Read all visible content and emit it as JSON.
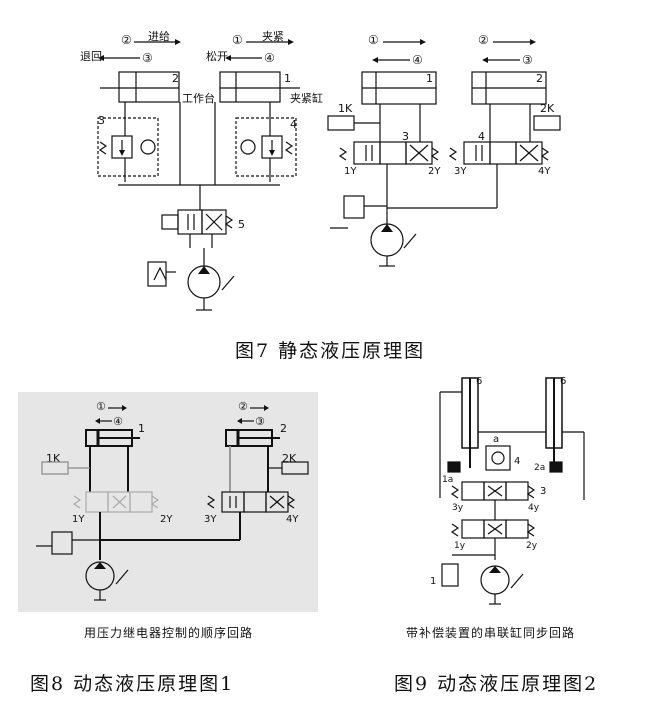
{
  "fig7": {
    "caption": "图7 静态液压原理图",
    "left": {
      "m2_left": "②",
      "m2_text": "进给",
      "m3_left": "退回",
      "m3_num": "③",
      "m1_num": "①",
      "m1_text": "夹紧",
      "m4_left": "松开",
      "m4_num": "④",
      "cyl_left_num": "2",
      "cyl_right_num": "1",
      "table_label": "工作台",
      "clamp_label": "夹紧缸",
      "valve3": "3",
      "valve4": "4",
      "valve5": "5"
    },
    "right": {
      "m1": "①",
      "m4": "④",
      "m2": "②",
      "m3": "③",
      "cyl1": "1",
      "cyl2": "2",
      "relay1": "1K",
      "relay2": "2K",
      "valve3": "3",
      "valve4": "4",
      "sol1y": "1Y",
      "sol2y": "2Y",
      "sol3y": "3Y",
      "sol4y": "4Y"
    }
  },
  "fig8": {
    "caption": "图8 动态液压原理图1",
    "subcaption": "用压力继电器控制的顺序回路",
    "m1": "①",
    "m4": "④",
    "m2": "②",
    "m3": "③",
    "cyl1": "1",
    "cyl2": "2",
    "relay1": "1K",
    "relay2": "2K",
    "sol1y": "1Y",
    "sol2y": "2Y",
    "sol3y": "3Y",
    "sol4y": "4Y",
    "bg_color": "#e6e6e6"
  },
  "fig9": {
    "caption": "图9 动态液压原理图2",
    "subcaption": "带补偿装置的串联缸同步回路",
    "cyl_left": "6",
    "cyl_right": "6",
    "check_a": "a",
    "check_num": "4",
    "sw1": "1a",
    "sw2": "2a",
    "v3y": "3y",
    "v4y": "4y",
    "v3": "3",
    "v1y": "1y",
    "v2y": "2y",
    "relief": "1"
  }
}
